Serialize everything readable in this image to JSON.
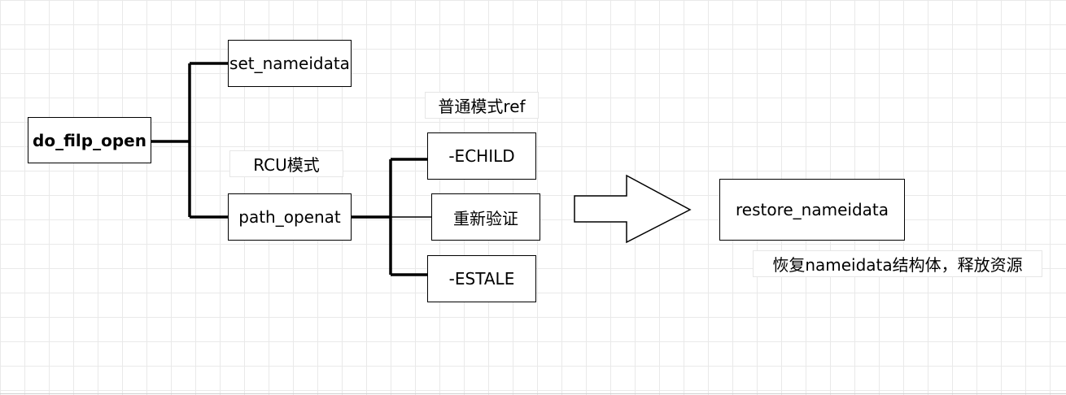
{
  "nodes": {
    "do_filp_open": "do_filp_open",
    "set_nameidata": "set_nameidata",
    "path_openat": "path_openat",
    "echild": "-ECHILD",
    "revalidate": "重新验证",
    "estale": "-ESTALE",
    "restore_nameidata": "restore_nameidata"
  },
  "labels": {
    "rcu_mode": "RCU模式",
    "ref_mode": "普通模式ref",
    "restore_desc": "恢复nameidata结构体，释放资源"
  },
  "colors": {
    "stroke": "#000000",
    "grid": "#e9e9e9",
    "background": "#ffffff"
  }
}
